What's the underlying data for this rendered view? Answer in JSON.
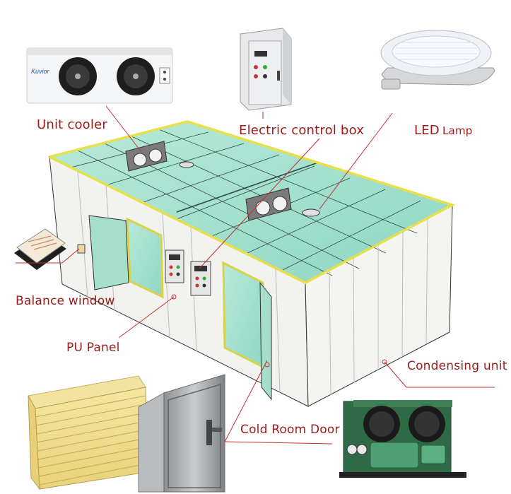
{
  "labels": {
    "unit_cooler": "Unit cooler",
    "electric_control_box": "Electric control box",
    "led": "LED",
    "lamp": "Lamp",
    "balance_window": "Balance window",
    "pu_panel": "PU Panel",
    "condensing_unit": "Condensing unit",
    "cold_room_door": "Cold Room Door"
  },
  "cooler_brand": "Kuvior",
  "colors": {
    "label_text": "#9b1b1b",
    "leader_line": "#c43030",
    "panel_edge": "#e8e04a",
    "room_glass": "#9fe0cf",
    "wall": "#f2f2ee",
    "unit_body": "#3e7a55"
  }
}
